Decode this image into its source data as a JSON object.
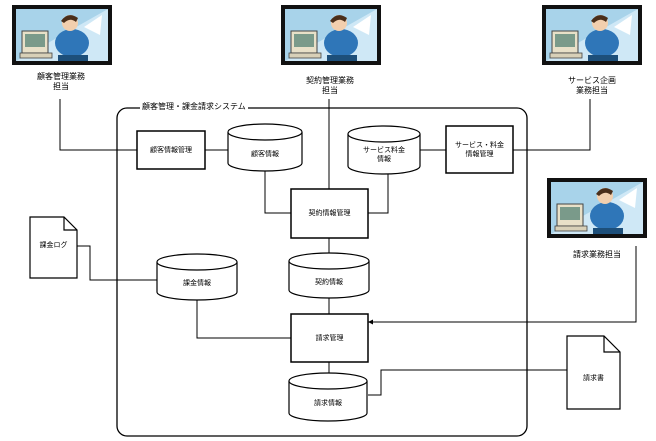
{
  "system": {
    "title": "顧客管理・課金請求システム"
  },
  "actors": {
    "customer": {
      "label_line1": "顧客管理業務",
      "label_line2": "担当",
      "icon": "operator-at-computer-icon"
    },
    "contract": {
      "label_line1": "契約管理業務",
      "label_line2": "担当",
      "icon": "operator-at-computer-icon"
    },
    "service": {
      "label_line1": "サービス企画",
      "label_line2": "業務担当",
      "icon": "operator-at-computer-icon"
    },
    "billing": {
      "label_line1": "請求業務担当",
      "icon": "operator-at-computer-icon"
    }
  },
  "processes": {
    "customer_info_mgmt": "顧客情報管理",
    "service_fee_mgmt": "サービス・料金\n情報管理",
    "contract_info_mgmt": "契約情報管理",
    "billing_mgmt": "請求管理"
  },
  "datastores": {
    "customer_info": "顧客情報",
    "service_fee_info": "サービス料金\n情報",
    "charge_info": "課金情報",
    "contract_info": "契約情報",
    "billing_info": "請求情報"
  },
  "documents": {
    "charge_log": "課金ログ",
    "invoice": "請求書"
  },
  "colors": {
    "line": "#000000",
    "screen_bg": "#9ecbe2",
    "screen_frame": "#111111"
  }
}
